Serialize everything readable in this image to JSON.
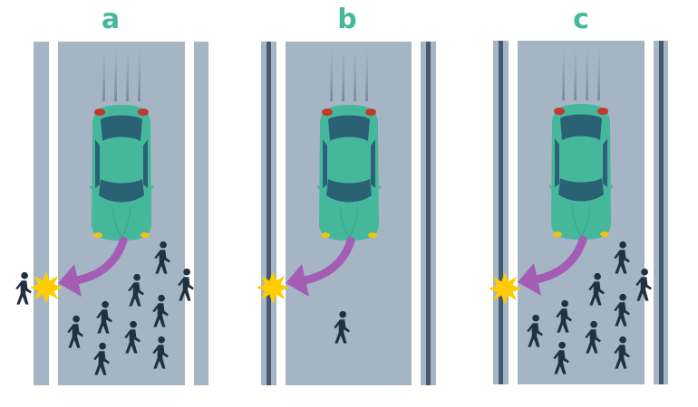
{
  "panels": [
    {
      "label": "a",
      "scenario": "swerve into pedestrian on sidewalk to avoid crowd",
      "sidewalk_lines": false,
      "crowd_size": 11
    },
    {
      "label": "b",
      "scenario": "swerve into wall/barrier to avoid single pedestrian",
      "sidewalk_lines": true,
      "crowd_size": 1
    },
    {
      "label": "c",
      "scenario": "swerve into wall/barrier to avoid crowd",
      "sidewalk_lines": true,
      "crowd_size": 10
    }
  ],
  "colors": {
    "label": "#45b89c",
    "road": "#a6b5c4",
    "curb_line": "#44596d",
    "car_body": "#45b89c",
    "car_window": "#2b6175",
    "arrow": "#a35db5",
    "impact": "#ffcc00",
    "pedestrian": "#22313f"
  }
}
